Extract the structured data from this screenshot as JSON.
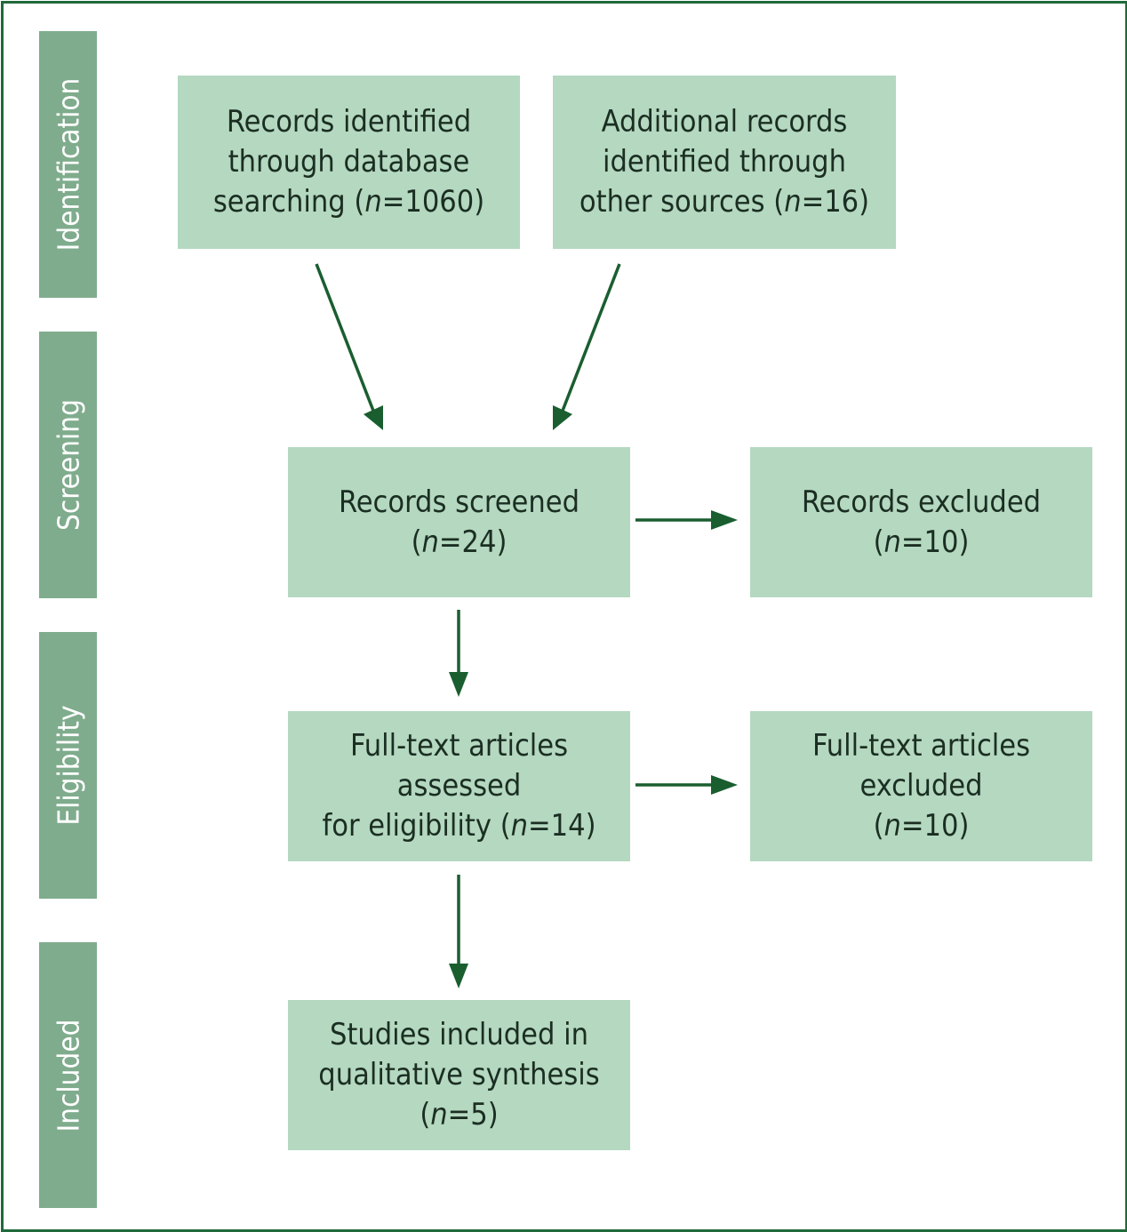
{
  "stages": {
    "identification": "Identification",
    "screening": "Screening",
    "eligibility": "Eligibility",
    "included": "Included"
  },
  "boxes": {
    "database": {
      "line1": "Records identified",
      "line2": "through database",
      "line3_prefix": "searching (",
      "n_var": "n",
      "line3_suffix": "=1060)"
    },
    "other_sources": {
      "line1": "Additional records",
      "line2": "identified through",
      "line3_prefix": "other sources (",
      "n_var": "n",
      "line3_suffix": "=16)"
    },
    "screened": {
      "line1": "Records screened",
      "line2_prefix": "(",
      "n_var": "n",
      "line2_suffix": "=24)"
    },
    "excluded": {
      "line1": "Records excluded",
      "line2_prefix": "(",
      "n_var": "n",
      "line2_suffix": "=10)"
    },
    "fulltext": {
      "line1": "Full-text articles assessed",
      "line2_prefix": "for eligibility (",
      "n_var": "n",
      "line2_suffix": "=14)"
    },
    "fulltext_excluded": {
      "line1": "Full-text articles excluded",
      "line2_prefix": "(",
      "n_var": "n",
      "line2_suffix": "=10)"
    },
    "included": {
      "line1": "Studies included in",
      "line2": "qualitative synthesis",
      "line3_prefix": "(",
      "n_var": "n",
      "line3_suffix": "=5)"
    }
  },
  "colors": {
    "frame": "#1f6a3a",
    "stage": "#7fac8d",
    "box": "#b4d8c0",
    "arrow": "#1a5e30"
  }
}
